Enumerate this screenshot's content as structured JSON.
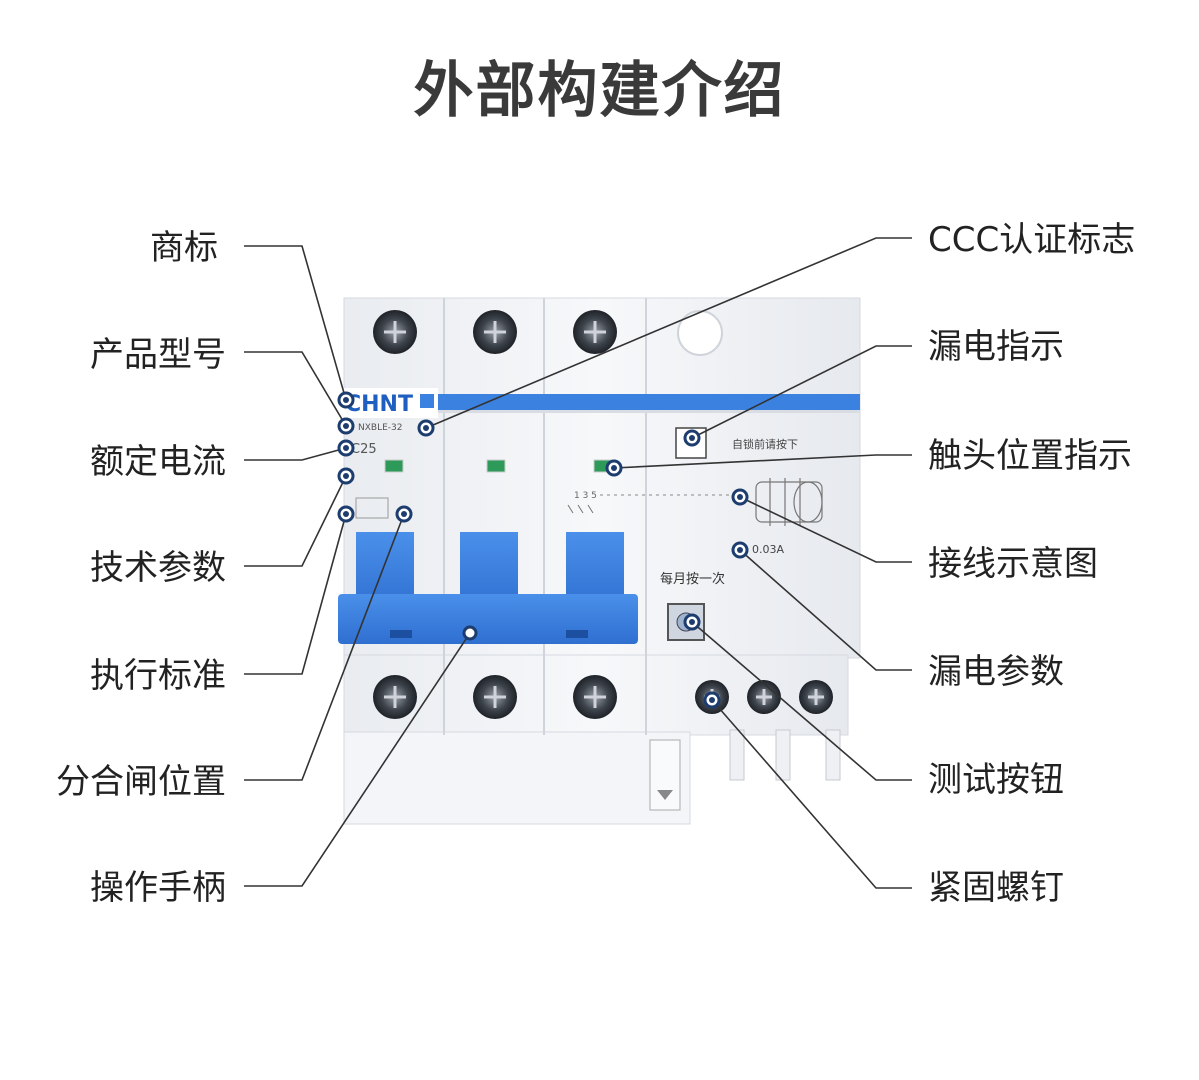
{
  "title": "外部构建介绍",
  "brand": "CHNT",
  "product": {
    "model_text": "NXBLE-32",
    "current_text": "C25",
    "leak_text": "0.03A",
    "monthly_test_text": "每月按一次",
    "reclose_text": "自锁前请按下"
  },
  "labels_left": [
    {
      "id": "brand-mark",
      "text": "商标"
    },
    {
      "id": "product-model",
      "text": "产品型号"
    },
    {
      "id": "rated-current",
      "text": "额定电流"
    },
    {
      "id": "tech-params",
      "text": "技术参数"
    },
    {
      "id": "exec-standard",
      "text": "执行标准"
    },
    {
      "id": "switch-position",
      "text": "分合闸位置"
    },
    {
      "id": "operating-handle",
      "text": "操作手柄"
    }
  ],
  "labels_right": [
    {
      "id": "ccc-mark",
      "text": "CCC认证标志"
    },
    {
      "id": "leak-indicator",
      "text": "漏电指示"
    },
    {
      "id": "contact-indicator",
      "text": "触头位置指示"
    },
    {
      "id": "wiring-diagram",
      "text": "接线示意图"
    },
    {
      "id": "leak-params",
      "text": "漏电参数"
    },
    {
      "id": "test-button",
      "text": "测试按钮"
    },
    {
      "id": "fastening-screw",
      "text": "紧固螺钉"
    }
  ],
  "colors": {
    "blue": "#3b82e0",
    "blue_dark": "#2a66c4",
    "body": "#f1f3f6",
    "line": "#333333",
    "dot": "#1c3d6e"
  }
}
